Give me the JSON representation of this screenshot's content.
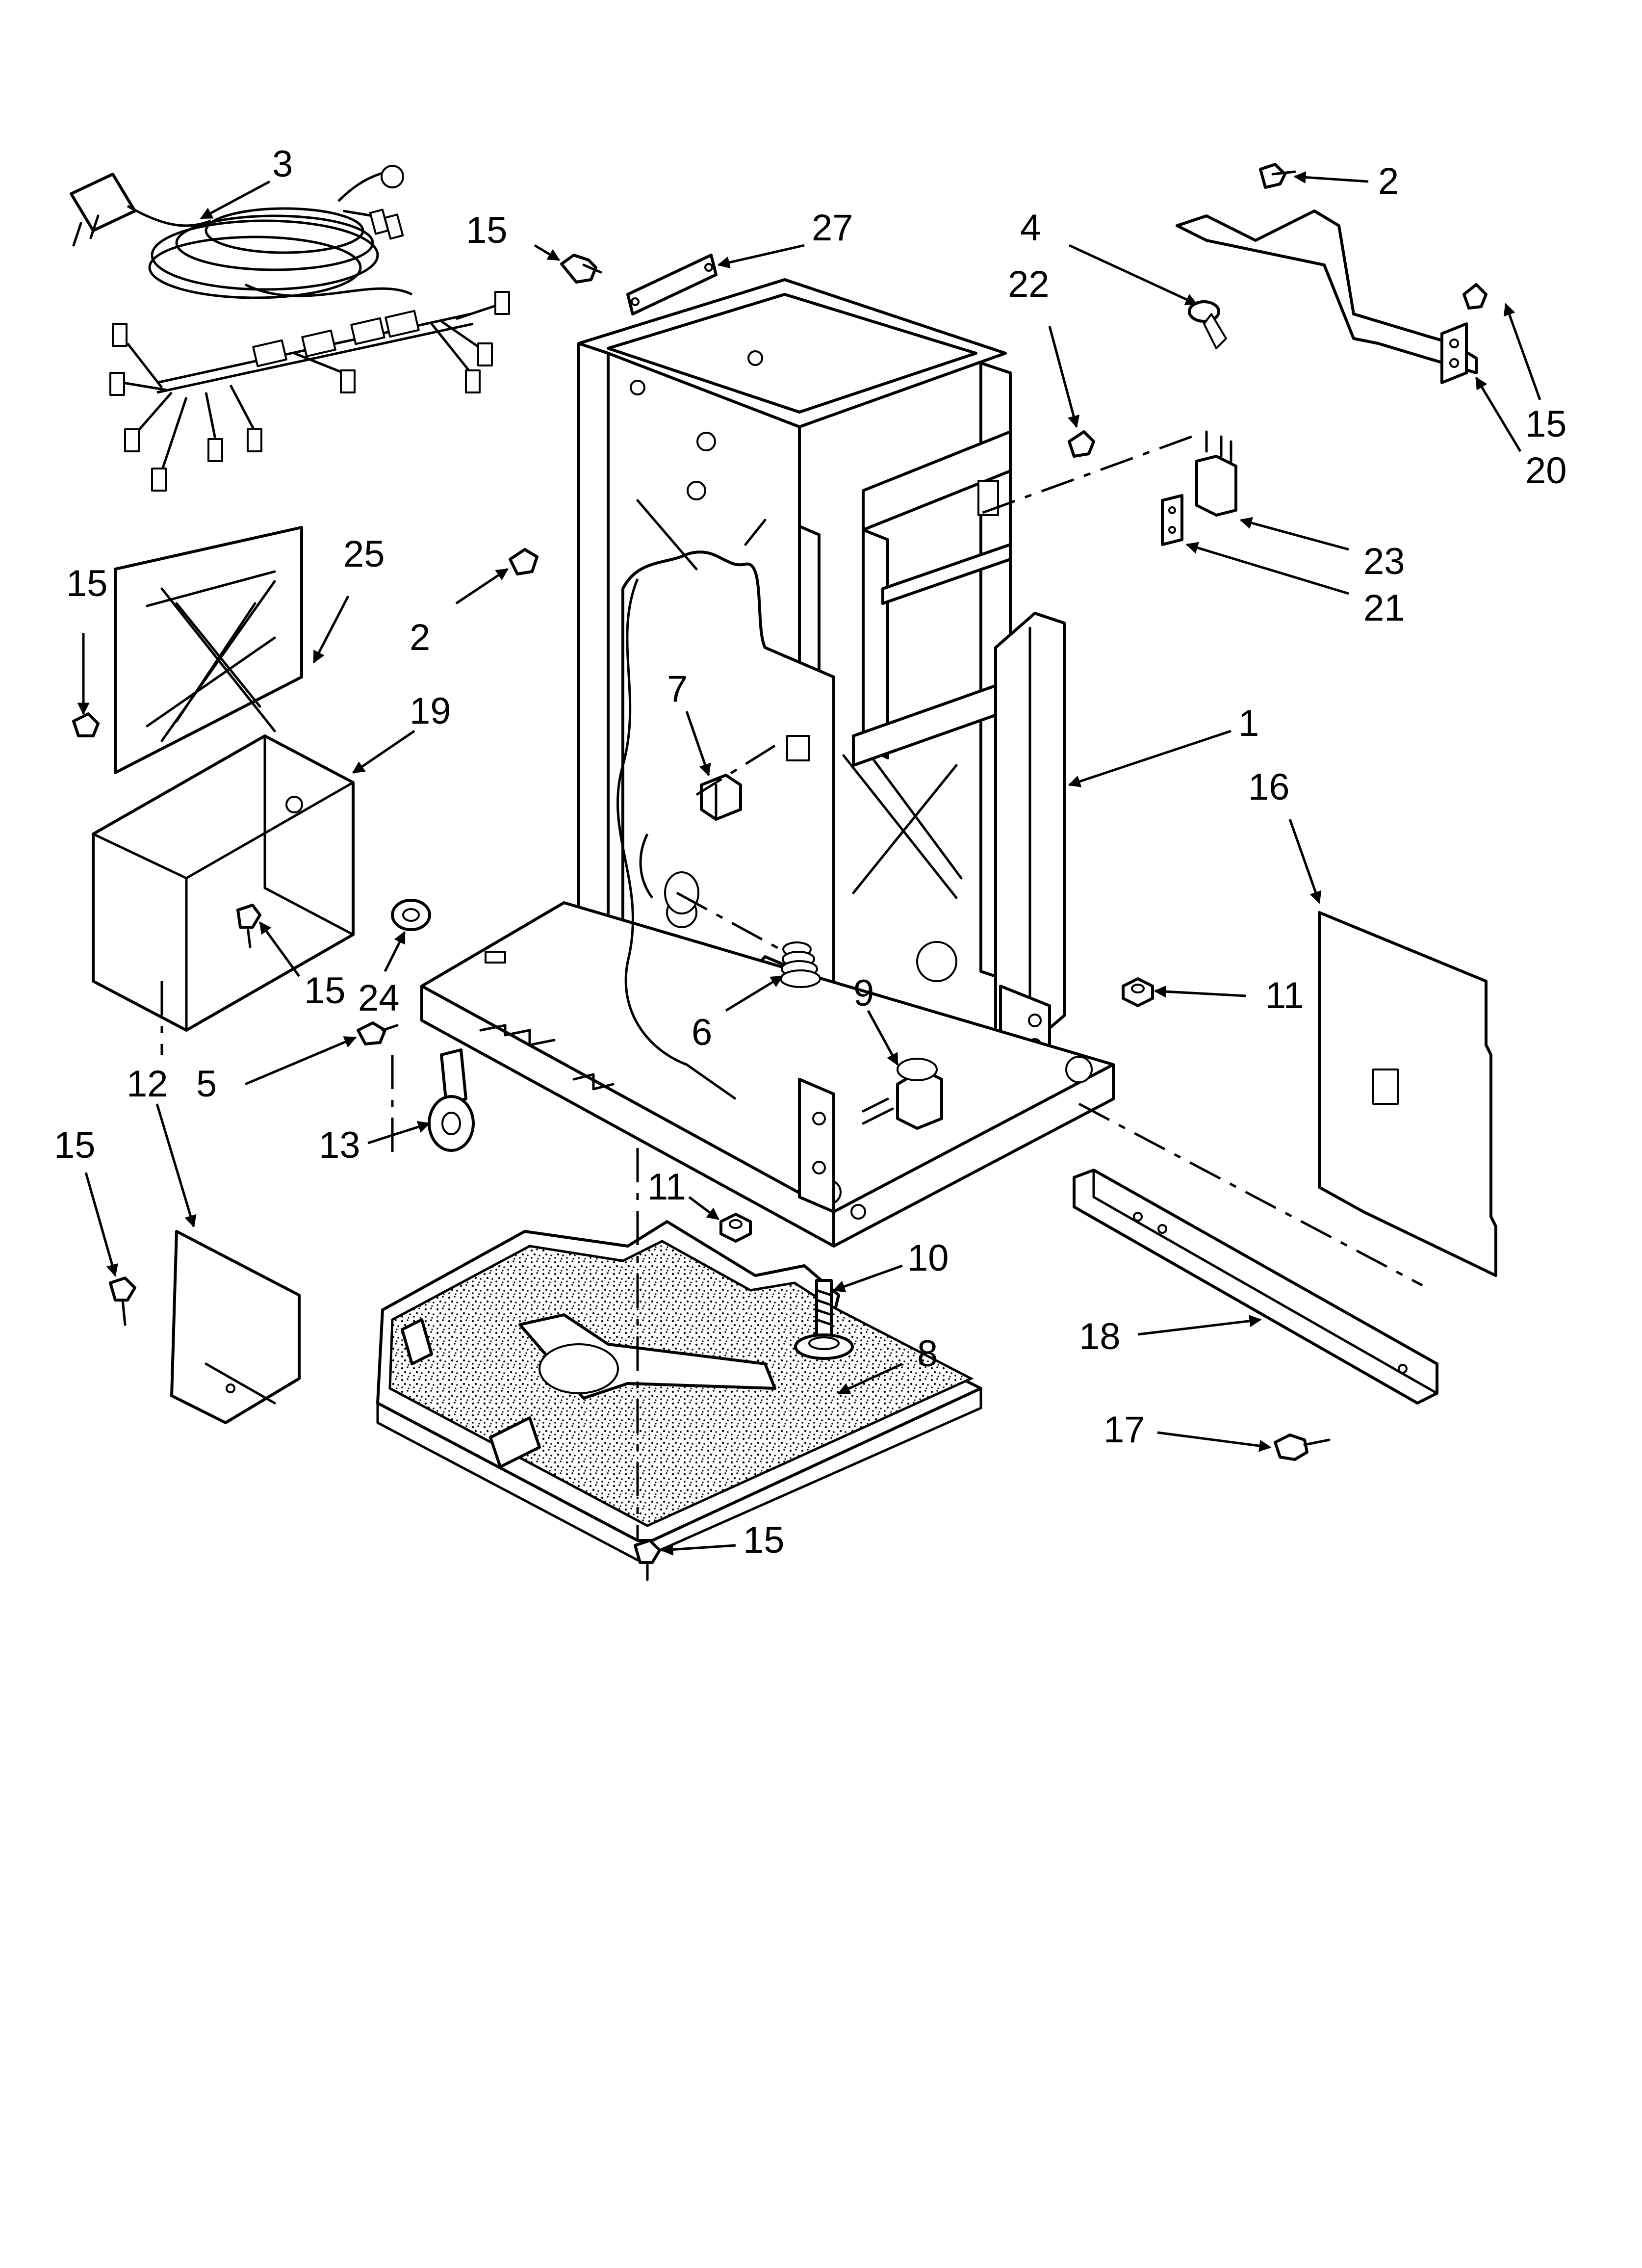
{
  "colors": {
    "ink": "#000000",
    "paper": "#ffffff"
  },
  "callouts": [
    {
      "id": "c3",
      "text": "3"
    },
    {
      "id": "c15a",
      "text": "15"
    },
    {
      "id": "c27",
      "text": "27"
    },
    {
      "id": "c2a",
      "text": "2"
    },
    {
      "id": "c4",
      "text": "4"
    },
    {
      "id": "c22",
      "text": "22"
    },
    {
      "id": "c15b",
      "text": "15"
    },
    {
      "id": "c20",
      "text": "20"
    },
    {
      "id": "c23",
      "text": "23"
    },
    {
      "id": "c21",
      "text": "21"
    },
    {
      "id": "c15c",
      "text": "15"
    },
    {
      "id": "c25",
      "text": "25"
    },
    {
      "id": "c2b",
      "text": "2"
    },
    {
      "id": "c19",
      "text": "19"
    },
    {
      "id": "c7",
      "text": "7"
    },
    {
      "id": "c1",
      "text": "1"
    },
    {
      "id": "c16",
      "text": "16"
    },
    {
      "id": "c24",
      "text": "24"
    },
    {
      "id": "c15d",
      "text": "15"
    },
    {
      "id": "c6",
      "text": "6"
    },
    {
      "id": "c9",
      "text": "9"
    },
    {
      "id": "c11a",
      "text": "11"
    },
    {
      "id": "c5",
      "text": "5"
    },
    {
      "id": "c13",
      "text": "13"
    },
    {
      "id": "c12",
      "text": "12"
    },
    {
      "id": "c15e",
      "text": "15"
    },
    {
      "id": "c11b",
      "text": "11"
    },
    {
      "id": "c10",
      "text": "10"
    },
    {
      "id": "c18",
      "text": "18"
    },
    {
      "id": "c8",
      "text": "8"
    },
    {
      "id": "c17",
      "text": "17"
    },
    {
      "id": "c15f",
      "text": "15"
    }
  ]
}
